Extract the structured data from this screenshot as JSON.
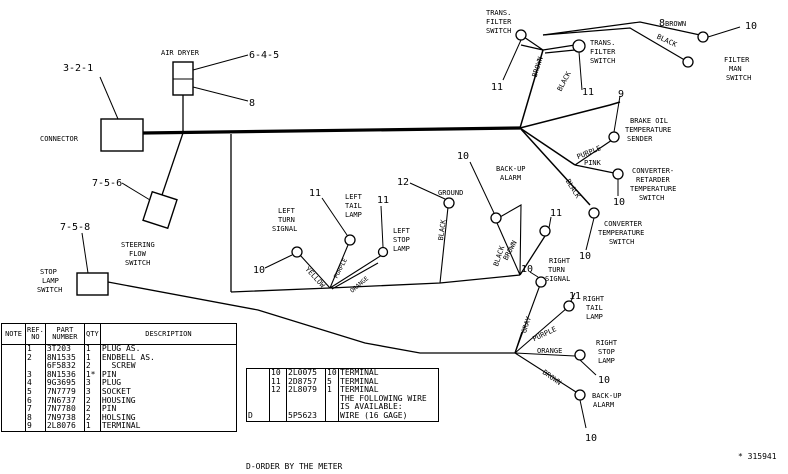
{
  "components": {
    "connector": {
      "ref": "3-2-1",
      "label": "CONNECTOR"
    },
    "air_dryer": {
      "label": "AIR DRYER",
      "ref_top": "6-4-5",
      "ref_bottom": "8"
    },
    "steering_flow_switch": {
      "ref": "7-5-6",
      "label": [
        "STEERING",
        "FLOW",
        "SWITCH"
      ]
    },
    "stop_lamp_switch": {
      "ref": "7-5-8",
      "label": [
        "STOP",
        "LAMP",
        "SWITCH"
      ]
    },
    "trans_filter_switch_1": {
      "label": [
        "TRANS.",
        "FILTER",
        "SWITCH"
      ],
      "num": "11"
    },
    "trans_filter_switch_2": {
      "label": [
        "TRANS.",
        "FILTER",
        "SWITCH"
      ],
      "num": "11"
    },
    "filter_man_switch": {
      "label": [
        "FILTER",
        "MAN",
        "SWITCH"
      ],
      "num": "10"
    },
    "brake_oil_sender": {
      "label": [
        "BRAKE OIL",
        "TEMPERATURE",
        "SENDER"
      ],
      "num": "9"
    },
    "converter_retarder_switch": {
      "label": [
        "CONVERTER-",
        "RETARDER",
        "TEMPERATURE",
        "SWITCH"
      ],
      "num": "10"
    },
    "converter_temp_switch": {
      "label": [
        "CONVERTER",
        "TEMPERATURE",
        "SWITCH"
      ],
      "num": "10"
    },
    "back_up_alarm_top": {
      "label": [
        "BACK-UP",
        "ALARM"
      ],
      "num_left": "10",
      "num_right": "11"
    },
    "ground": {
      "label": "GROUND",
      "num": "12"
    },
    "left_turn_signal": {
      "label": [
        "LEFT",
        "TURN",
        "SIGNAL"
      ],
      "num": "10"
    },
    "left_tail_lamp": {
      "label": [
        "LEFT",
        "TAIL",
        "LAMP"
      ],
      "num": "11"
    },
    "left_stop_lamp": {
      "label": [
        "LEFT",
        "STOP",
        "LAMP"
      ],
      "num": "11"
    },
    "right_turn_signal": {
      "label": [
        "RIGHT",
        "TURN",
        "SIGNAL"
      ],
      "num": "10"
    },
    "right_tail_lamp": {
      "label": [
        "RIGHT",
        "TAIL",
        "LAMP"
      ],
      "num": "11"
    },
    "right_stop_lamp": {
      "label": [
        "RIGHT",
        "STOP",
        "LAMP"
      ],
      "num": "10"
    },
    "back_up_alarm_bottom": {
      "label": [
        "BACK-UP",
        "ALARM"
      ],
      "num": "10"
    }
  },
  "wire_colors": {
    "brown": "BROWN",
    "black": "BLACK",
    "purple": "PURPLE",
    "pink": "PINK",
    "yellow": "YELLOW",
    "orange": "ORANGE",
    "gray": "GRAY"
  },
  "parts_table": {
    "headers": [
      "NOTE",
      "REF. NO",
      "PART NUMBER",
      "QTY",
      "DESCRIPTION"
    ],
    "rows": [
      {
        "note": "",
        "ref": "1",
        "part": "3T203",
        "qty": "1",
        "desc": "PLUG AS."
      },
      {
        "note": "",
        "ref": "2",
        "part": "8N1535",
        "qty": "1",
        "desc": "ENDBELL AS."
      },
      {
        "note": "",
        "ref": "",
        "part": "6F5832",
        "qty": "2",
        "desc": "  SCREW"
      },
      {
        "note": "",
        "ref": "3",
        "part": "8N1536",
        "qty": "1*",
        "desc": "PIN"
      },
      {
        "note": "",
        "ref": "4",
        "part": "9G3695",
        "qty": "3",
        "desc": "PLUG"
      },
      {
        "note": "",
        "ref": "5",
        "part": "7N7779",
        "qty": "3",
        "desc": "SOCKET"
      },
      {
        "note": "",
        "ref": "6",
        "part": "7N6737",
        "qty": "2",
        "desc": "HOUSING"
      },
      {
        "note": "",
        "ref": "7",
        "part": "7N7780",
        "qty": "2",
        "desc": "PIN"
      },
      {
        "note": "",
        "ref": "8",
        "part": "7N9738",
        "qty": "2",
        "desc": "HOLSING"
      },
      {
        "note": "",
        "ref": "9",
        "part": "2L8076",
        "qty": "1",
        "desc": "TERMINAL"
      }
    ]
  },
  "wire_table": {
    "rows": [
      {
        "note": "",
        "ref": "10",
        "part": "2L0075",
        "qty": "10",
        "desc": "TERMINAL"
      },
      {
        "note": "",
        "ref": "11",
        "part": "2D8757",
        "qty": "5",
        "desc": "TERMINAL"
      },
      {
        "note": "",
        "ref": "12",
        "part": "2L8079",
        "qty": "1",
        "desc": "TERMINAL"
      },
      {
        "note": "",
        "ref": "",
        "part": "",
        "qty": "",
        "desc": ""
      },
      {
        "note": "",
        "ref": "",
        "part": "",
        "qty": "",
        "desc": "THE FOLLOWING WIRE"
      },
      {
        "note": "",
        "ref": "",
        "part": "",
        "qty": "",
        "desc": "IS AVAILABLE:"
      },
      {
        "note": "D",
        "ref": "",
        "part": "5P5623",
        "qty": "",
        "desc": "WIRE (16 GAGE)"
      }
    ]
  },
  "footnote": "D-ORDER BY THE METER",
  "drawing_number": "315941",
  "drawing_prefix": "*"
}
